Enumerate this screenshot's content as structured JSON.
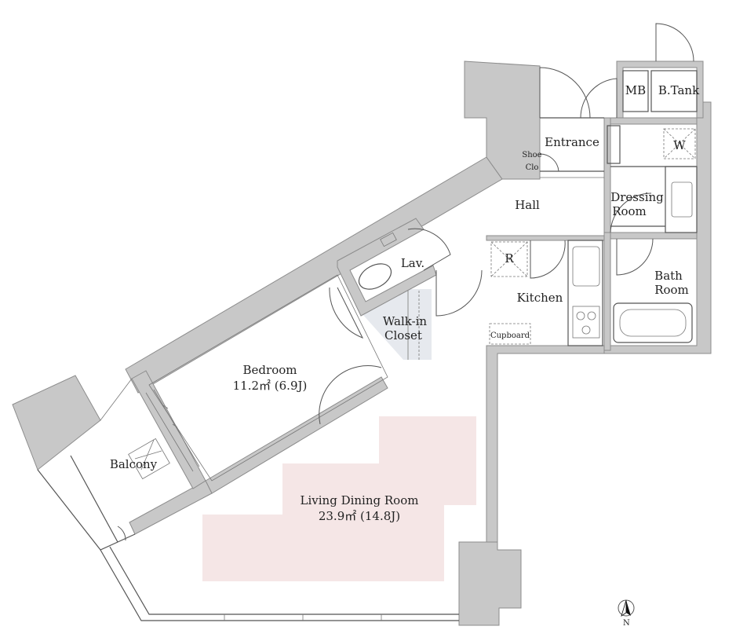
{
  "rooms": {
    "mb": "MB",
    "btank": "B.Tank",
    "entrance": "Entrance",
    "shoe_line1": "Shoe",
    "shoe_line2": "Clo",
    "washer": "W",
    "hall": "Hall",
    "dressing_line1": "Dressing",
    "dressing_line2": "Room",
    "lav": "Lav.",
    "fridge": "R",
    "bath_line1": "Bath",
    "bath_line2": "Room",
    "kitchen": "Kitchen",
    "walkin_line1": "Walk-in",
    "walkin_line2": "Closet",
    "cupboard": "Cupboard",
    "bedroom_name": "Bedroom",
    "bedroom_area": "11.2㎡ (6.9J)",
    "balcony": "Balcony",
    "ldk_name": "Living Dining Room",
    "ldk_area": "23.9㎡ (14.8J)"
  },
  "compass": {
    "north": "N"
  },
  "colors": {
    "wall": "#c8c8c8",
    "ldk_highlight": "#f5e6e6",
    "closet": "#e6e9ee"
  }
}
